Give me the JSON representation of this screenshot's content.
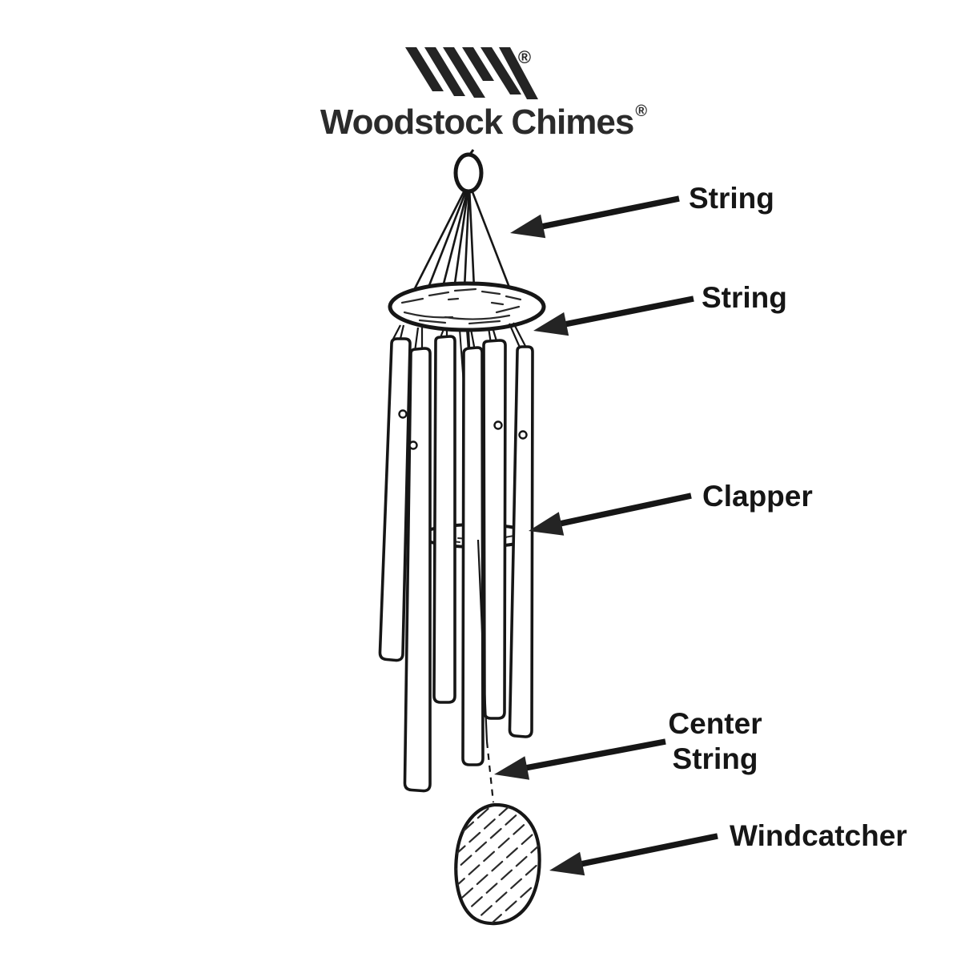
{
  "brand": {
    "title": "Woodstock Chimes",
    "title_registered": "®",
    "mark_registered": "®",
    "logo_mark": "w-diagonal-stripes"
  },
  "labels": {
    "string_top": "String",
    "string_disc": "String",
    "clapper": "Clapper",
    "center_string_line1": "Center",
    "center_string_line2": "String",
    "windcatcher": "Windcatcher"
  },
  "diagram": {
    "type": "labeled-parts-diagram",
    "subject": "wind chime",
    "tube_count": 6,
    "components": [
      "hanging-ring",
      "suspension-strings",
      "top-disc",
      "tube-strings",
      "chime-tubes",
      "clapper",
      "center-string",
      "windcatcher"
    ]
  },
  "colors": {
    "ink": "#161616",
    "background": "#ffffff"
  }
}
